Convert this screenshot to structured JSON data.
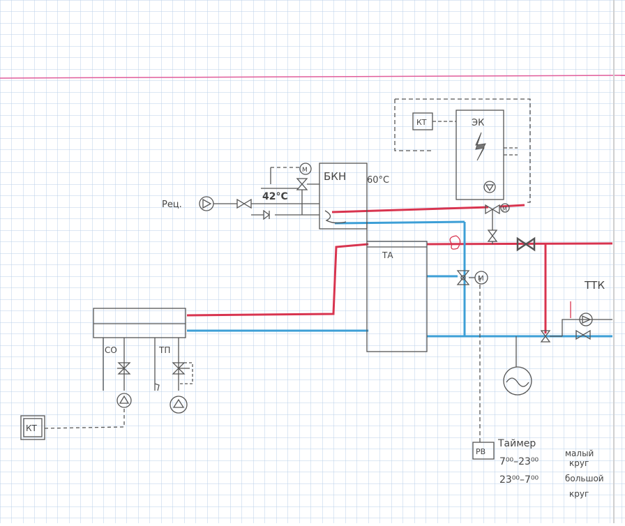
{
  "labels": {
    "recirc": "Рец.",
    "temp_mix": "42°C",
    "bkn": "БКН",
    "temp_bkn": "60°C",
    "kt_top": "КТ",
    "ek": "ЭК",
    "ta": "ТА",
    "ttk": "ТТК",
    "so": "СО",
    "tp": "ТП",
    "kt_bottom": "КТ",
    "rv": "РВ",
    "motor": "М"
  },
  "timer": {
    "title": "Таймер",
    "range1": "7⁰⁰–23⁰⁰",
    "range1_note_1": "малый",
    "range1_note_2": "круг",
    "range2": "23⁰⁰–7⁰⁰",
    "range2_note_1": "большой",
    "range2_note_2": "круг"
  },
  "colors": {
    "paper": "#ffffff",
    "grid": "#b9cfe8",
    "margin_line": "#e05c9a",
    "pencil": "#555555",
    "hot": "#d8344f",
    "cold": "#3d9fd6"
  }
}
